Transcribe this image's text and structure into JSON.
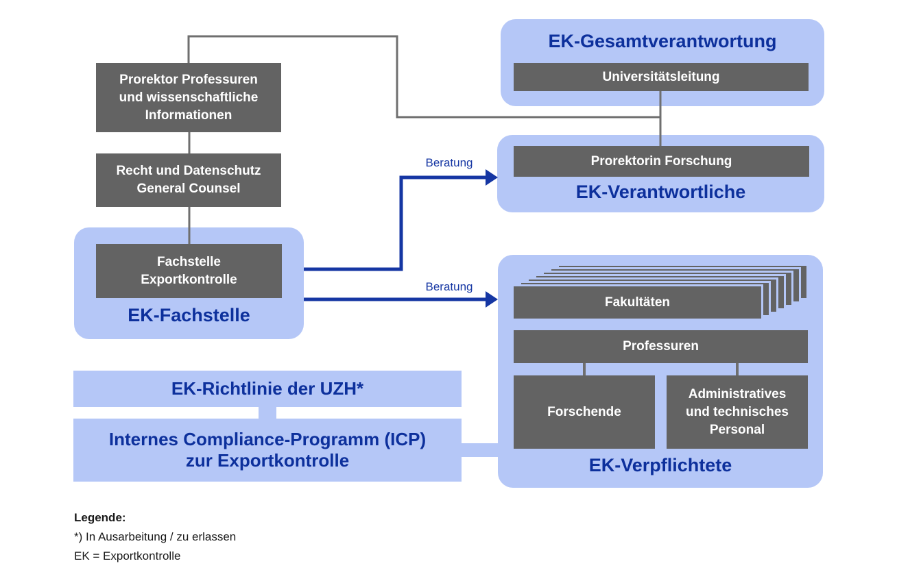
{
  "palette": {
    "light_blue": "#b5c7f7",
    "dark_blue": "#0d309c",
    "box_gray": "#636363",
    "line_gray": "#6f6f6f",
    "arrow_blue": "#1536a3",
    "legend_black": "#1a1a1a"
  },
  "left_chain": {
    "prorektor": {
      "lines": [
        "Prorektor Professuren",
        "und wissenschaftliche",
        "Informationen"
      ]
    },
    "recht": {
      "lines": [
        "Recht und Datenschutz",
        "General Counsel"
      ]
    }
  },
  "gesamtverantwortung": {
    "title": "EK-Gesamtverantwortung",
    "inner": "Universitätsleitung"
  },
  "verantwortliche": {
    "title": "EK-Verantwortliche",
    "inner": "Prorektorin Forschung"
  },
  "fachstelle": {
    "title": "EK-Fachstelle",
    "inner_lines": [
      "Fachstelle",
      "Exportkontrolle"
    ]
  },
  "verpflichtete": {
    "title": "EK-Verpflichtete",
    "fakultaeten": "Fakultäten",
    "stack_count": 7,
    "professuren": "Professuren",
    "forschende": "Forschende",
    "admin_lines": [
      "Administratives",
      "und technisches",
      "Personal"
    ]
  },
  "richtlinie": {
    "label": "EK-Richtlinie der UZH*"
  },
  "icp": {
    "lines": [
      "Internes Compliance-Programm (ICP)",
      "zur Exportkontrolle"
    ]
  },
  "arrows": {
    "beratung_top": "Beratung",
    "beratung_bottom": "Beratung"
  },
  "legend": {
    "heading": "Legende:",
    "items": [
      "*) In Ausarbeitung / zu erlassen",
      "EK = Exportkontrolle"
    ]
  }
}
